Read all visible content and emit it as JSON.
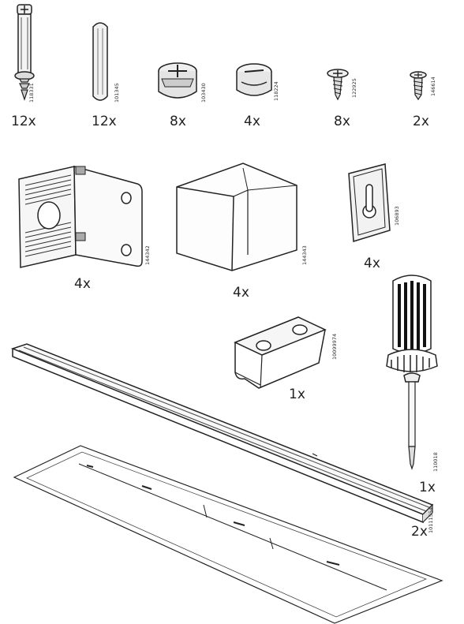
{
  "parts": [
    {
      "id": "dowel-screw",
      "code": "118331",
      "qty": "12x"
    },
    {
      "id": "wood-dowel",
      "code": "101345",
      "qty": "12x"
    },
    {
      "id": "cam-lock-large",
      "code": "103430",
      "qty": "8x"
    },
    {
      "id": "cam-lock-small",
      "code": "118224",
      "qty": "4x"
    },
    {
      "id": "screw-medium",
      "code": "122925",
      "qty": "8x"
    },
    {
      "id": "screw-small",
      "code": "146614",
      "qty": "2x"
    },
    {
      "id": "corner-bracket-metal",
      "code": "144342",
      "qty": "4x"
    },
    {
      "id": "corner-block",
      "code": "144343",
      "qty": "4x"
    },
    {
      "id": "keyhole-hanger",
      "code": "106893",
      "qty": "4x"
    },
    {
      "id": "bent-bracket",
      "code": "10099974",
      "qty": "1x"
    },
    {
      "id": "screwdriver",
      "code": "110018",
      "qty": "1x"
    },
    {
      "id": "rail",
      "code": "10111554",
      "qty": "2x"
    }
  ]
}
